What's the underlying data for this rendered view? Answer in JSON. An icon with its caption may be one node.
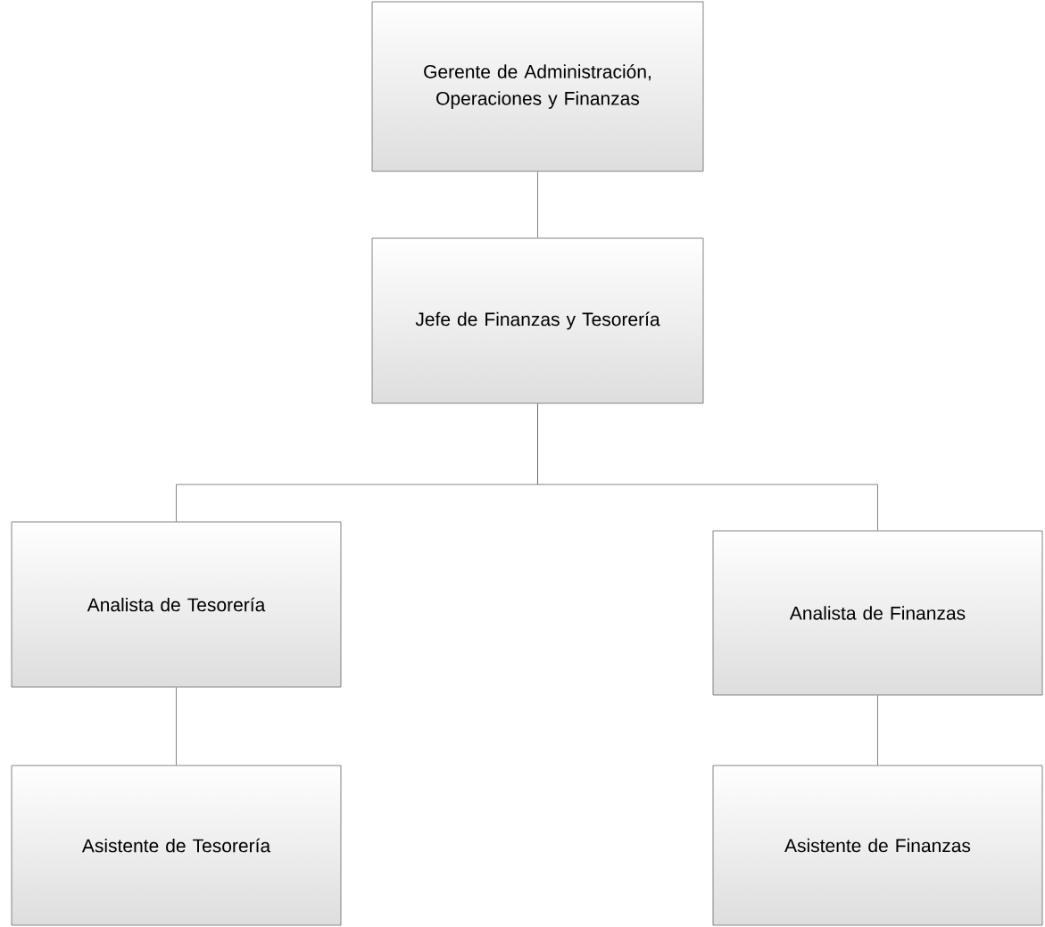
{
  "diagram": {
    "nodes": [
      {
        "text": [
          "Gerente de Administración, Operaciones y Finanzas"
        ]
      },
      {
        "text": [
          "Jefe de Finanzas y Tesorería"
        ]
      },
      {
        "text": [
          "Analista de Tesorería"
        ]
      },
      {
        "text": [
          "Analista de Finanzas"
        ]
      },
      {
        "text": [
          "Asistente de Tesorería"
        ]
      },
      {
        "text": [
          "Asistente de Finanzas"
        ]
      }
    ],
    "edges": [
      {
        "from": 0,
        "to": 1,
        "arrow": "none"
      },
      {
        "from": 1,
        "to": 2,
        "arrow": "none"
      },
      {
        "from": 1,
        "to": 3,
        "arrow": "none"
      },
      {
        "from": 2,
        "to": 4,
        "arrow": "none"
      },
      {
        "from": 3,
        "to": 5,
        "arrow": "none"
      }
    ]
  }
}
